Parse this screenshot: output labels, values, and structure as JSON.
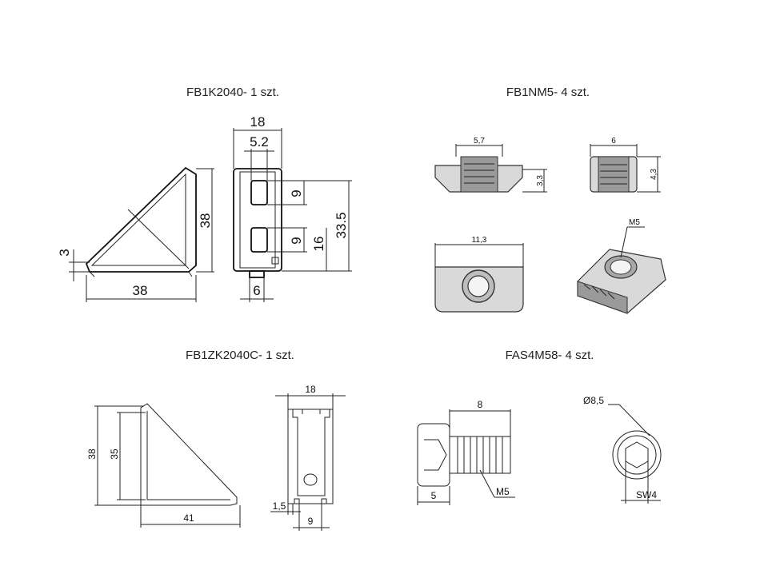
{
  "parts": [
    {
      "label": "FB1K2040- 1 szt."
    },
    {
      "label": "FB1NM5- 4 szt."
    },
    {
      "label": "FB1ZK2040C- 1 szt."
    },
    {
      "label": "FAS4M58- 4 szt."
    }
  ],
  "dims": {
    "fb1k": {
      "d18": "18",
      "d5_2": "5.2",
      "d38v": "38",
      "d9a": "9",
      "d9b": "9",
      "d16": "16",
      "d33_5": "33.5",
      "d3": "3",
      "d38h": "38",
      "d6": "6"
    },
    "fb1nm": {
      "d5_7": "5,7",
      "d3_3": "3,3",
      "d6": "6",
      "d4_3": "4,3",
      "d11_3": "11,3",
      "m5": "M5"
    },
    "fb1zk": {
      "d18": "18",
      "d38": "38",
      "d35": "35",
      "d41": "41",
      "d1_5": "1,5",
      "d9": "9"
    },
    "fas": {
      "d8": "8",
      "d5": "5",
      "m5": "M5",
      "d8_5": "Ø8,5",
      "sw4": "SW4"
    }
  }
}
